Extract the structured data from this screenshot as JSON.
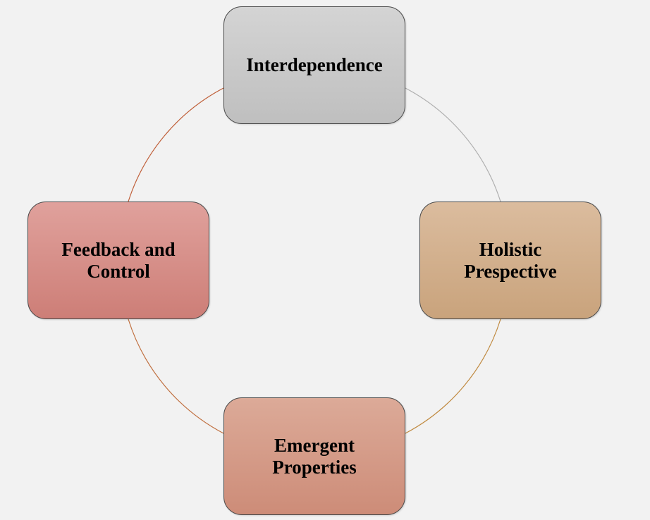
{
  "diagram": {
    "type": "cycle",
    "nodes": [
      {
        "label": "Interdependence"
      },
      {
        "label": "Holistic\nPrespective"
      },
      {
        "label": "Emergent\nProperties"
      },
      {
        "label": "Feedback and\nControl"
      }
    ],
    "colors": {
      "background": "#f2f2f2",
      "arc_top_right": "#b0b0b0",
      "arc_bottom_right": "#c08a40",
      "arc_bottom_left": "#c07040",
      "arc_top_left": "#c0603a"
    }
  }
}
